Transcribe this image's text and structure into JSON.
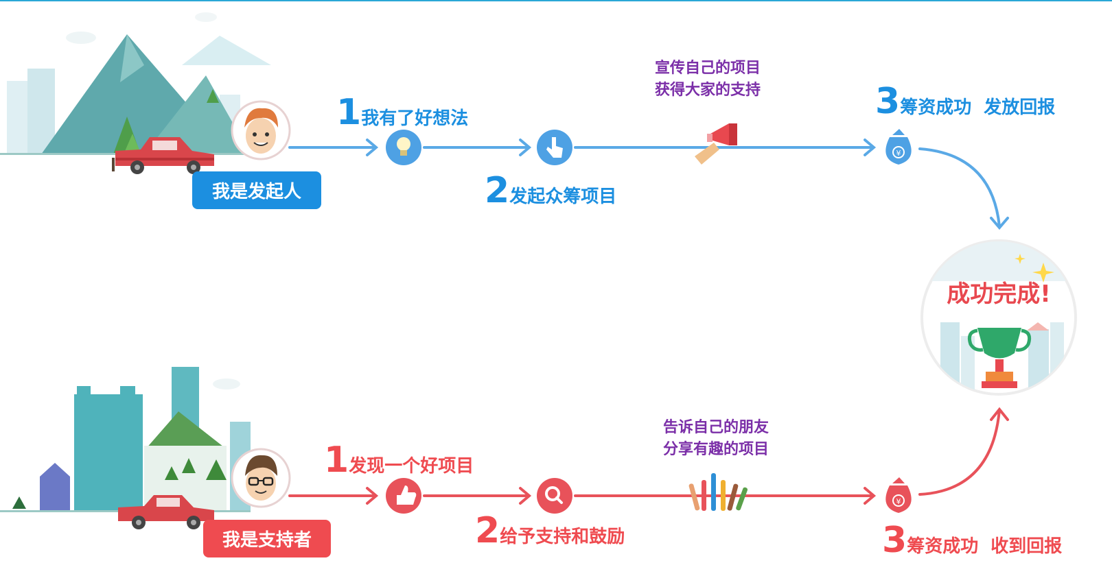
{
  "colors": {
    "initiator_flow": "#5aa9e6",
    "supporter_flow": "#e8525a",
    "initiator_text": "#1c8fe0",
    "supporter_text": "#ef4b50",
    "note_text": "#7b2fa8",
    "success_text": "#e8484f",
    "top_rule": "#2aa7d6"
  },
  "initiator": {
    "role_label": "我是发起人",
    "steps": [
      {
        "num": "1",
        "text": "我有了好想法",
        "icon": "lightbulb-icon"
      },
      {
        "num": "2",
        "text": "发起众筹项目",
        "icon": "pointing-hand-icon"
      },
      {
        "num": "3",
        "text": "筹资成功  发放回报",
        "icon": "money-bag-icon"
      }
    ],
    "note_lines": [
      "宣传自己的项目",
      "获得大家的支持"
    ],
    "note_icon": "megaphone-icon"
  },
  "supporter": {
    "role_label": "我是支持者",
    "steps": [
      {
        "num": "1",
        "text": "发现一个好项目",
        "icon": "thumbs-up-icon"
      },
      {
        "num": "2",
        "text": "给予支持和鼓励",
        "icon": "magnifier-icon"
      },
      {
        "num": "3",
        "text": "筹资成功  收到回报",
        "icon": "money-bag-icon"
      }
    ],
    "note_lines": [
      "告诉自己的朋友",
      "分享有趣的项目"
    ],
    "note_icon": "raised-hands-icon"
  },
  "success_badge": {
    "text": "成功完成!",
    "icon": "trophy-icon"
  }
}
